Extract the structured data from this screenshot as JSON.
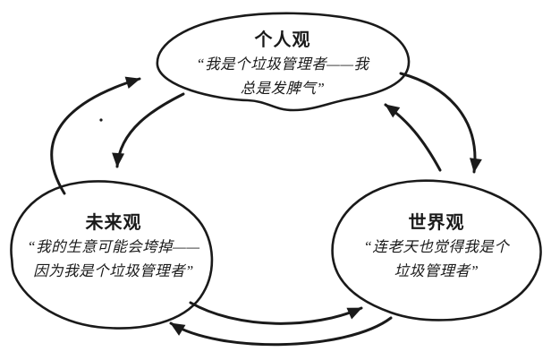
{
  "colors": {
    "ink": "#1a1a1a",
    "background": "#ffffff"
  },
  "nodes": {
    "personal": {
      "id": "personal",
      "title": "个人观",
      "lines": [
        "“我是个垃圾管理者——我",
        "总是发脾气”"
      ]
    },
    "future": {
      "id": "future",
      "title": "未来观",
      "lines": [
        "“我的生意可能会垮掉——",
        "因为我是个垃圾管理者”"
      ]
    },
    "world": {
      "id": "world",
      "title": "世界观",
      "lines": [
        "“连老天也觉得我是个",
        "垃圾管理者”"
      ]
    }
  },
  "edges": [
    {
      "from": "future",
      "to": "personal",
      "side": "left-outer"
    },
    {
      "from": "personal",
      "to": "future",
      "side": "left-inner"
    },
    {
      "from": "personal",
      "to": "world",
      "side": "right-outer"
    },
    {
      "from": "world",
      "to": "personal",
      "side": "right-inner"
    },
    {
      "from": "future",
      "to": "world",
      "side": "bottom-upper"
    },
    {
      "from": "world",
      "to": "future",
      "side": "bottom-lower"
    }
  ]
}
